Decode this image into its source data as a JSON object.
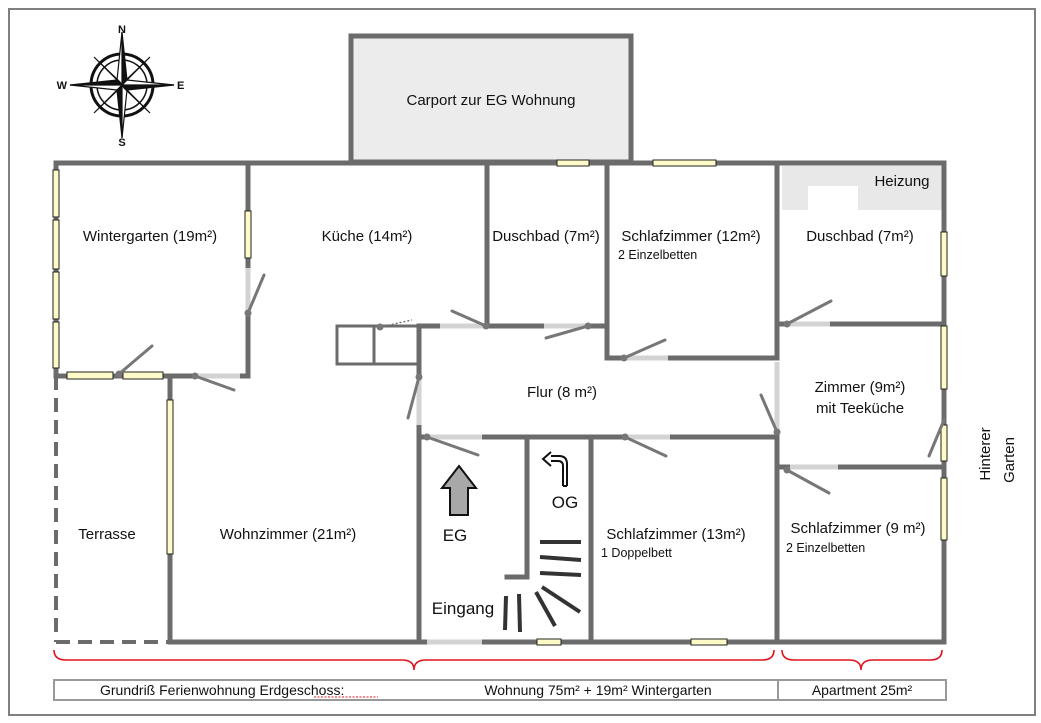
{
  "colors": {
    "wall": "#6b6b6b",
    "window": "#fffbc8",
    "door_gap": "#d3d3d3",
    "frame": "#808080",
    "carport": "#ececec",
    "brace": "#e0141e"
  },
  "compass": {
    "n": "N",
    "e": "E",
    "s": "S",
    "w": "W"
  },
  "carport": {
    "label": "Carport zur EG Wohnung"
  },
  "heizung": {
    "label": "Heizung"
  },
  "rooms": {
    "wintergarten": "Wintergarten (19m²)",
    "kueche": "Küche (14m²)",
    "duschbad1": "Duschbad (7m²)",
    "schlaf12": "Schlafzimmer (12m²)",
    "schlaf12_beds": "2 Einzelbetten",
    "duschbad2": "Duschbad (7m²)",
    "flur": "Flur (8 m²)",
    "zimmer9": "Zimmer (9m²)",
    "zimmer9_sub": "mit Teeküche",
    "terrasse": "Terrasse",
    "wohnzimmer": "Wohnzimmer (21m²)",
    "eg": "EG",
    "og": "OG",
    "eingang": "Eingang",
    "schlaf13": "Schlafzimmer (13m²)",
    "schlaf13_beds": "1 Doppelbett",
    "schlaf9": "Schlafzimmer (9 m²)",
    "schlaf9_beds": "2 Einzelbetten"
  },
  "garden": {
    "line1": "Hinterer",
    "line2": "Garten"
  },
  "legend": {
    "title": "Grundriß Ferienwohnung Erdgeschoss:",
    "wohnung": "Wohnung 75m² + 19m² Wintergarten",
    "apartment": "Apartment 25m²"
  }
}
